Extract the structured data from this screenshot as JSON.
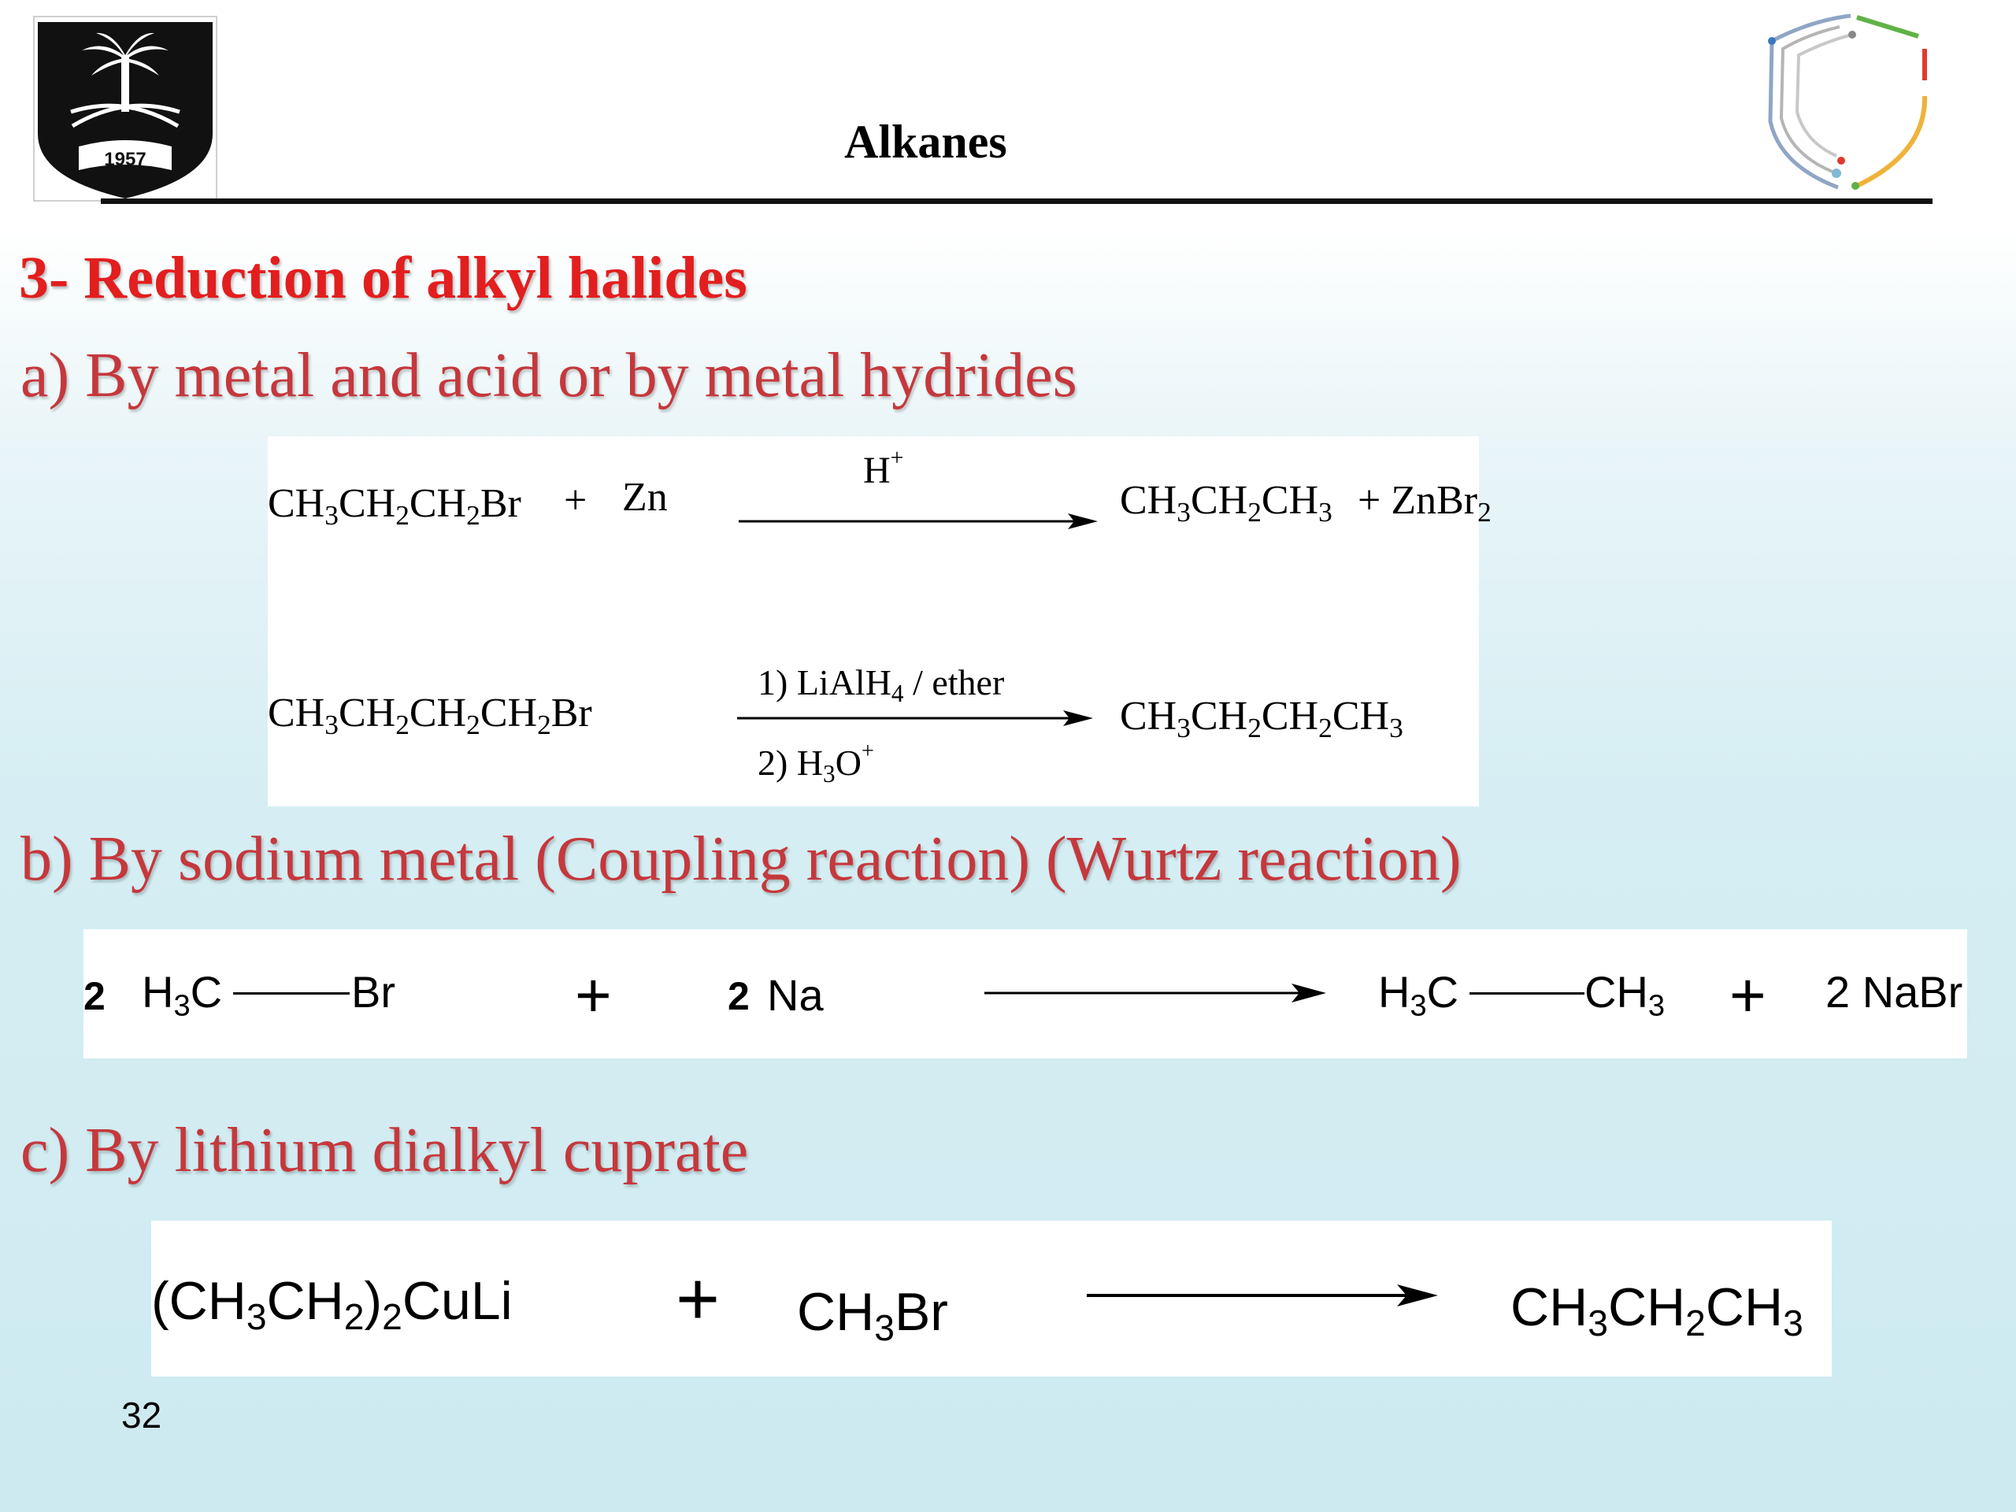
{
  "header": {
    "title": "Alkanes",
    "logo_year": "1957",
    "logo_left_icon": "university-crest-icon",
    "logo_right_icon": "circuit-shield-icon"
  },
  "section_title": "3-  Reduction of alkyl halides",
  "sub_a": "a) By metal and acid or by metal hydrides",
  "sub_b": "b) By sodium metal (Coupling reaction) (Wurtz reaction)",
  "sub_c": "c) By lithium dialkyl cuprate",
  "reaction_a1": {
    "reactant": "CH3CH2CH2Br",
    "plus": "+",
    "reagent": "Zn",
    "condition": "H+",
    "product": "CH3CH2CH3",
    "byproduct": "+ ZnBr2"
  },
  "reaction_a2": {
    "reactant": "CH3CH2CH2CH2Br",
    "condition_1": "1) LiAlH4 / ether",
    "condition_2": "2) H3O+",
    "product": "CH3CH2CH2CH3"
  },
  "reaction_b": {
    "coef_1": "2",
    "reactant_left": "H3C",
    "reactant_right": "Br",
    "plus_1": "+",
    "coef_2": "2",
    "reagent": "Na",
    "product_left": "H3C",
    "product_right": "CH3",
    "plus_2": "+",
    "byproduct": "2 NaBr"
  },
  "reaction_c": {
    "reactant": "(CH3CH2)2CuLi",
    "plus": "+",
    "reagent": "CH3Br",
    "product": "CH3CH2CH3"
  },
  "colors": {
    "section_title": "#e31e1e",
    "subheading": "#c5383c",
    "rule": "#111111",
    "background_bottom": "#cdeaf1"
  },
  "page_number": "32"
}
